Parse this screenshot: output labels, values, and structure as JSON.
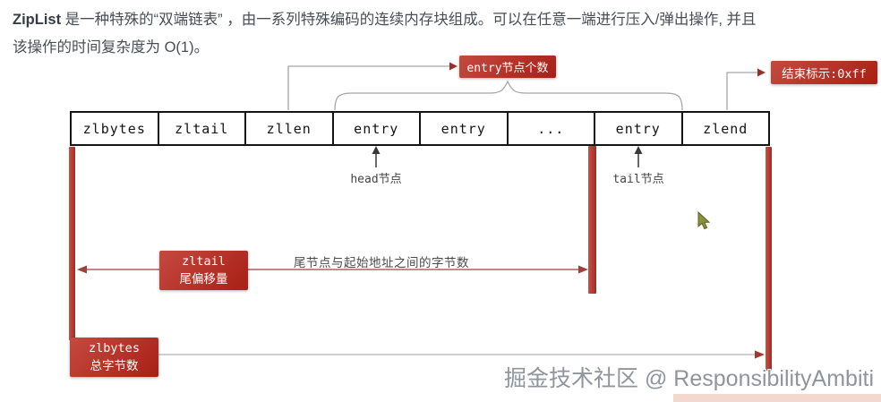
{
  "intro": {
    "keyword": "ZipList",
    "line1_rest": " 是一种特殊的“双端链表” ，由一系列特殊编码的连续内存块组成。可以在任意一端进行压入/弹出操作, 并且",
    "line2": "该操作的时间复杂度为 O(1)。"
  },
  "structure_table": {
    "cells": [
      "zlbytes",
      "zltail",
      "zllen",
      "entry",
      "entry",
      "...",
      "entry",
      "zlend"
    ]
  },
  "annotations": {
    "entry_count_label": "entry节点个数",
    "end_marker_label": "结束标示:0xff",
    "head_node_label": "head节点",
    "tail_node_label": "tail节点",
    "zltail_name": "zltail",
    "zltail_desc": "尾偏移量",
    "zltail_arrow_caption": "尾节点与起始地址之间的字节数",
    "zlbytes_name": "zlbytes",
    "zlbytes_desc": "总字节数"
  },
  "watermark": "掘金技术社区 @ ResponsibilityAmbiti",
  "colors": {
    "label_red": "#b02a20",
    "bar_red": "#b43c33",
    "line_gray": "#a6a6a6",
    "arrow_dark_red": "#93322c",
    "text_dark": "#474e57"
  }
}
